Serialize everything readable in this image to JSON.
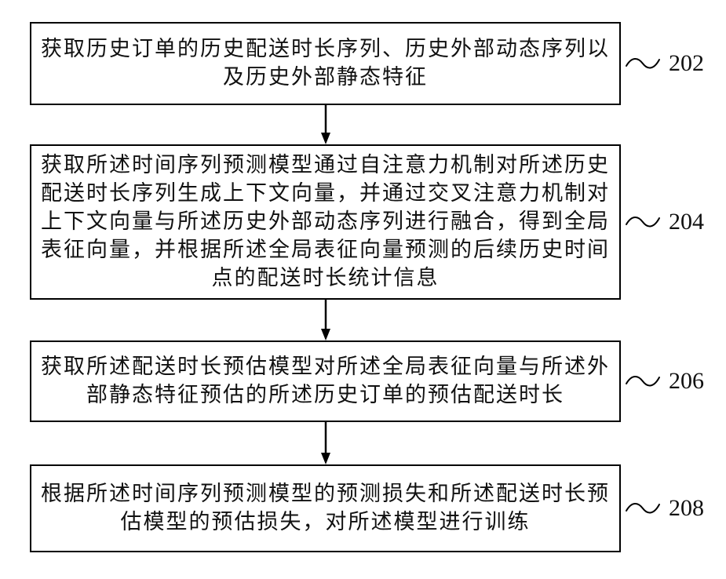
{
  "figure": {
    "background": "#ffffff",
    "line_color": "#000000"
  },
  "steps": [
    {
      "id": "202",
      "text": "获取历史订单的历史配送时长序列、历史外部动态序列以及历史外部静态特征"
    },
    {
      "id": "204",
      "text": "获取所述时间序列预测模型通过自注意力机制对所述历史配送时长序列生成上下文向量，并通过交叉注意力机制对上下文向量与所述历史外部动态序列进行融合，得到全局表征向量，并根据所述全局表征向量预测的后续历史时间点的配送时长统计信息"
    },
    {
      "id": "206",
      "text": "获取所述配送时长预估模型对所述全局表征向量与所述外部静态特征预估的所述历史订单的预估配送时长"
    },
    {
      "id": "208",
      "text": "根据所述时间序列预测模型的预测损失和所述配送时长预估模型的预估损失，对所述模型进行训练"
    }
  ]
}
